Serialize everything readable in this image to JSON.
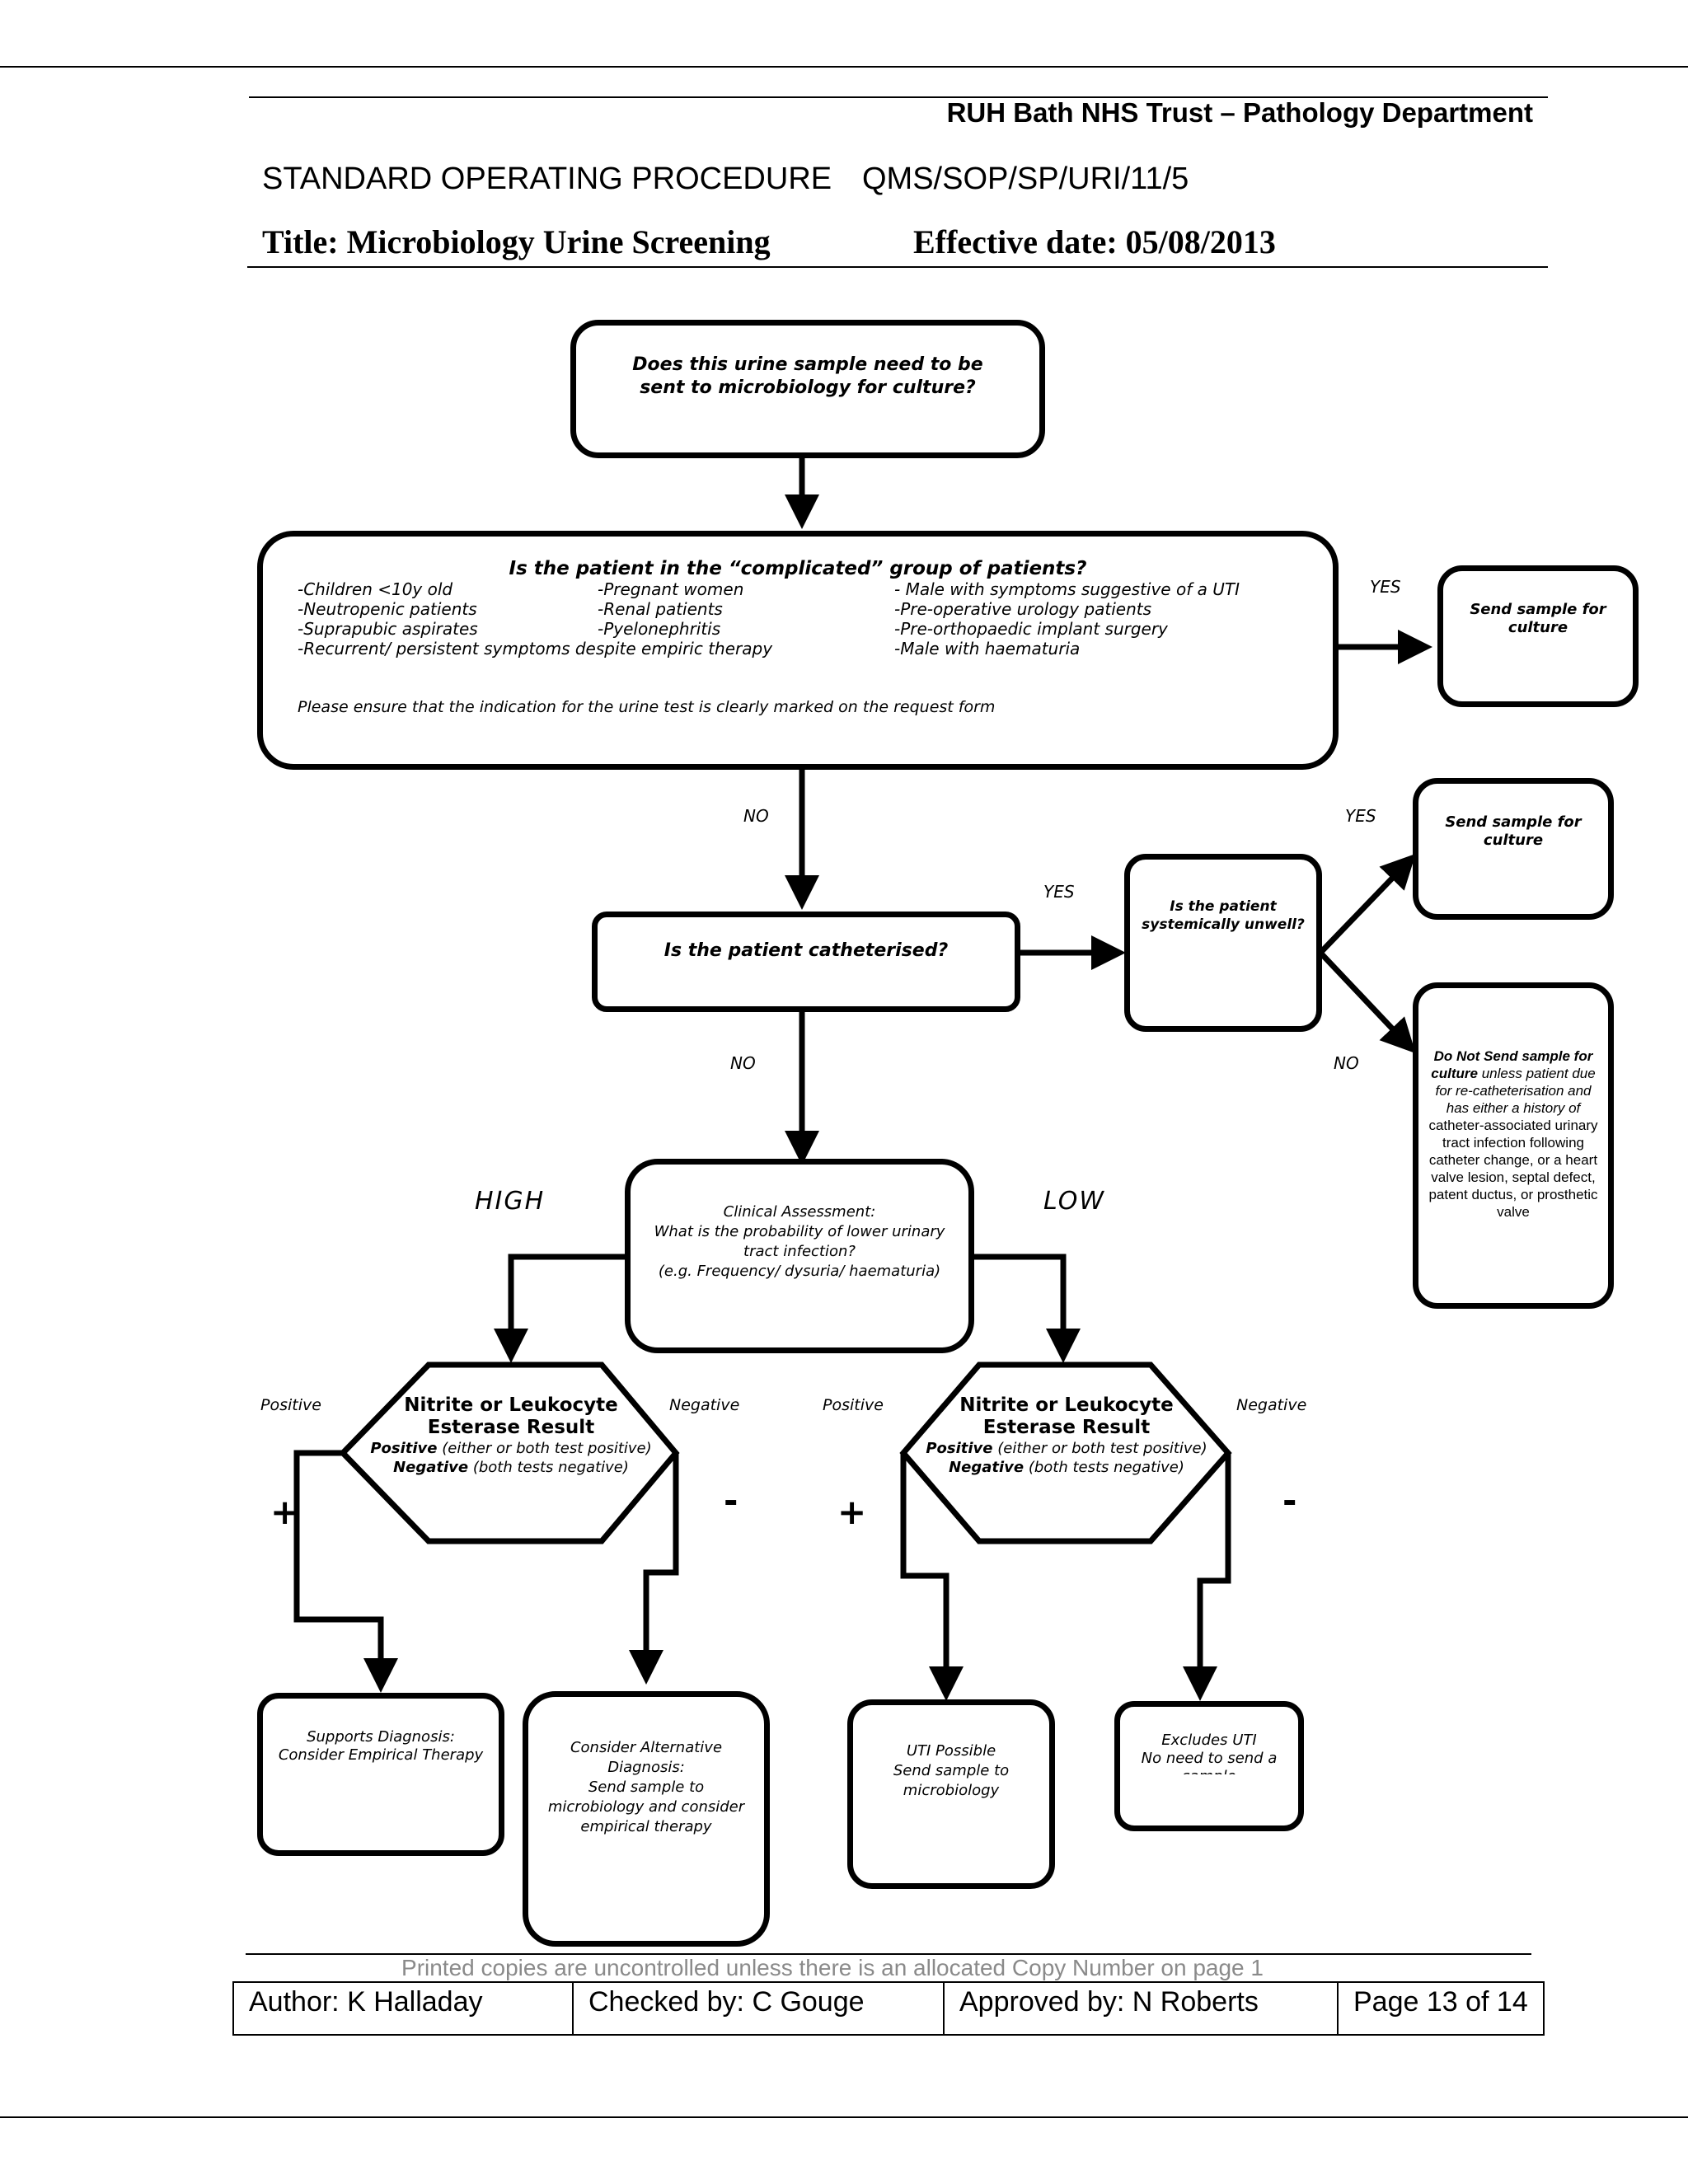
{
  "header": {
    "organisation": "RUH Bath NHS Trust – Pathology Department",
    "doc_type": "STANDARD OPERATING PROCEDURE",
    "doc_code": "QMS/SOP/SP/URI/11/5",
    "title": "Title: Microbiology Urine Screening",
    "effective": "Effective date: 05/08/2013"
  },
  "flow": {
    "start": "Does this urine sample need to be sent to microbiology for culture?",
    "complicated": {
      "question": "Is the patient in the “complicated” group of patients?",
      "col1": [
        "-Children <10y old",
        "-Neutropenic patients",
        "-Suprapubic aspirates",
        "-Recurrent/ persistent symptoms despite empiric therapy"
      ],
      "col2": [
        "-Pregnant women",
        "-Renal patients",
        "-Pyelonephritis"
      ],
      "col3": [
        "- Male with symptoms suggestive of a UTI",
        "-Pre-operative urology patients",
        "-Pre-orthopaedic implant surgery",
        "-Male with haematuria"
      ],
      "note": "Please ensure that the indication for the urine test is clearly marked on the request form"
    },
    "send_culture_1": "Send sample for culture",
    "catheterised": "Is the patient catheterised?",
    "systemically_unwell": "Is the patient systemically unwell?",
    "send_culture_2": "Send sample for culture",
    "do_not_send": {
      "bold": "Do Not Send sample for culture",
      "italic": " unless patient due for re-catheterisation and has either a history of",
      "plain": " catheter-associated urinary tract infection following catheter change, or a heart valve lesion, septal defect, patent ductus, or prosthetic valve"
    },
    "clinical": {
      "title": "Clinical Assessment:",
      "body": "What is the probability of lower urinary tract infection?",
      "example": "(e.g. Frequency/ dysuria/ haematuria)"
    },
    "high": "HIGH",
    "low": "LOW",
    "hex_left": {
      "title1": "Nitrite or  Leukocyte",
      "title2": "Esterase Result",
      "pos_label": "Positive",
      "pos_text": " (either or both test positive)",
      "neg_label": "Negative",
      "neg_text": " (both tests negative)"
    },
    "hex_right": {
      "title1": "Nitrite or Leukocyte",
      "title2": "Esterase Result",
      "pos_label": "Positive",
      "pos_text": " (either or both test positive)",
      "neg_label": "Negative",
      "neg_text": " (both tests negative)"
    },
    "supports": {
      "title": "Supports Diagnosis:",
      "body": "Consider Empirical Therapy"
    },
    "alternative": {
      "title": "Consider Alternative Diagnosis:",
      "body": "Send sample to microbiology and consider empirical therapy"
    },
    "uti_possible": {
      "title": "UTI Possible",
      "body": "Send sample to microbiology"
    },
    "excludes": {
      "title": "Excludes UTI",
      "body": "No need to send a sample"
    },
    "labels": {
      "yes": "YES",
      "no": "NO",
      "positive": "Positive",
      "negative": "Negative",
      "plus": "+",
      "minus": "-"
    }
  },
  "footer": {
    "note": "Printed copies are uncontrolled unless there is an allocated Copy Number on page 1",
    "author": "Author:  K Halladay",
    "checked": "Checked by: C Gouge",
    "approved": "Approved by: N Roberts",
    "page": "Page 13 of 14"
  }
}
